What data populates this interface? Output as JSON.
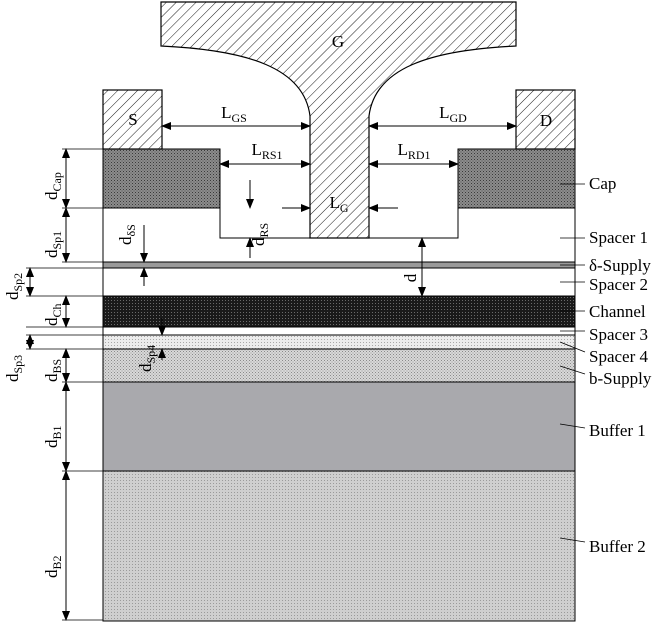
{
  "electrodes": {
    "gate": "G",
    "source": "S",
    "drain": "D"
  },
  "layers": [
    {
      "id": "cap",
      "label": "Cap"
    },
    {
      "id": "spacer1",
      "label": "Spacer 1"
    },
    {
      "id": "delta_supply",
      "label": "δ-Supply"
    },
    {
      "id": "spacer2",
      "label": "Spacer 2"
    },
    {
      "id": "channel",
      "label": "Channel"
    },
    {
      "id": "spacer3",
      "label": "Spacer 3"
    },
    {
      "id": "spacer4",
      "label": "Spacer 4"
    },
    {
      "id": "b_supply",
      "label": "b-Supply"
    },
    {
      "id": "buffer1",
      "label": "Buffer 1"
    },
    {
      "id": "buffer2",
      "label": "Buffer 2"
    }
  ],
  "dimensions": {
    "L_GS": {
      "main": "L",
      "sub": "GS"
    },
    "L_GD": {
      "main": "L",
      "sub": "GD"
    },
    "L_RS1": {
      "main": "L",
      "sub": "RS1"
    },
    "L_RD1": {
      "main": "L",
      "sub": "RD1"
    },
    "L_G": {
      "main": "L",
      "sub": "G"
    },
    "d_RS": {
      "main": "d",
      "sub": "RS"
    },
    "d_deltaS": {
      "main": "d",
      "sub": "δS"
    },
    "d": {
      "main": "d",
      "sub": ""
    },
    "d_Cap": {
      "main": "d",
      "sub": "Cap"
    },
    "d_Sp1": {
      "main": "d",
      "sub": "Sp1"
    },
    "d_Sp2": {
      "main": "d",
      "sub": "Sp2"
    },
    "d_Ch": {
      "main": "d",
      "sub": "Ch"
    },
    "d_Sp3": {
      "main": "d",
      "sub": "Sp3"
    },
    "d_BS": {
      "main": "d",
      "sub": "BS"
    },
    "d_Sp4": {
      "main": "d",
      "sub": "Sp4"
    },
    "d_B1": {
      "main": "d",
      "sub": "B1"
    },
    "d_B2": {
      "main": "d",
      "sub": "B2"
    }
  }
}
